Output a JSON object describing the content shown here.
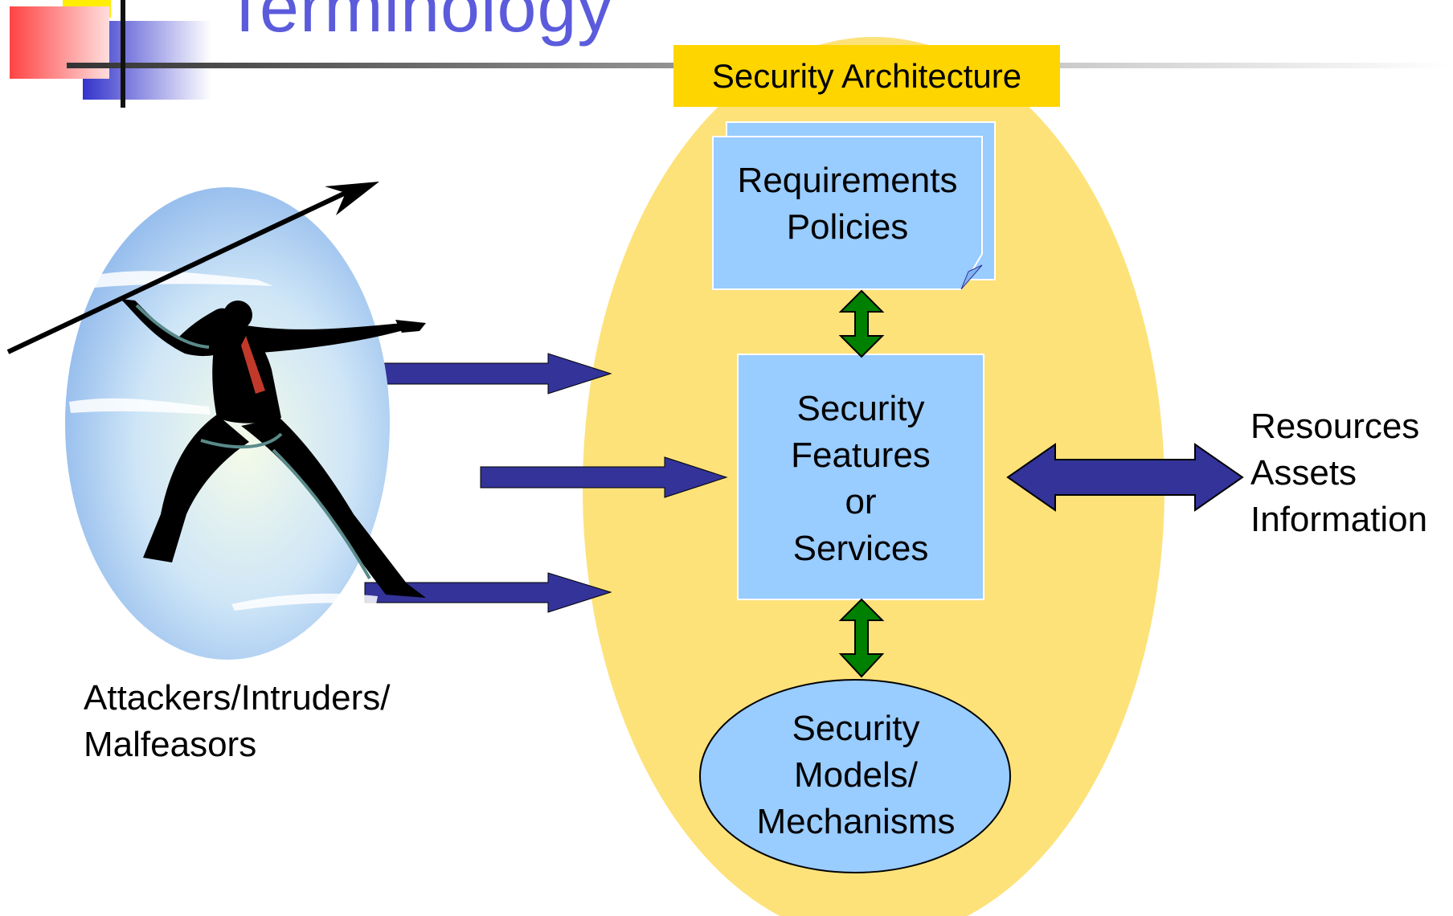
{
  "slide": {
    "title": "Terminology"
  },
  "architecture": {
    "label": "Security Architecture",
    "requirements": {
      "line1": "Requirements",
      "line2": "Policies"
    },
    "features": {
      "line1": "Security",
      "line2": "Features",
      "line3": "or",
      "line4": "Services"
    },
    "models": {
      "line1": "Security",
      "line2": "Models/",
      "line3": "Mechanisms"
    }
  },
  "attackers": {
    "line1": "Attackers/Intruders/",
    "line2": "Malfeasors"
  },
  "resources": {
    "line1": "Resources",
    "line2": "Assets",
    "line3": "Information"
  },
  "colors": {
    "ellipse": "#fde27a",
    "box": "#99ccff",
    "arrow_blue": "#333399",
    "arrow_green": "#008000",
    "title": "#5b5bdc",
    "label_bg": "#ffd500"
  }
}
